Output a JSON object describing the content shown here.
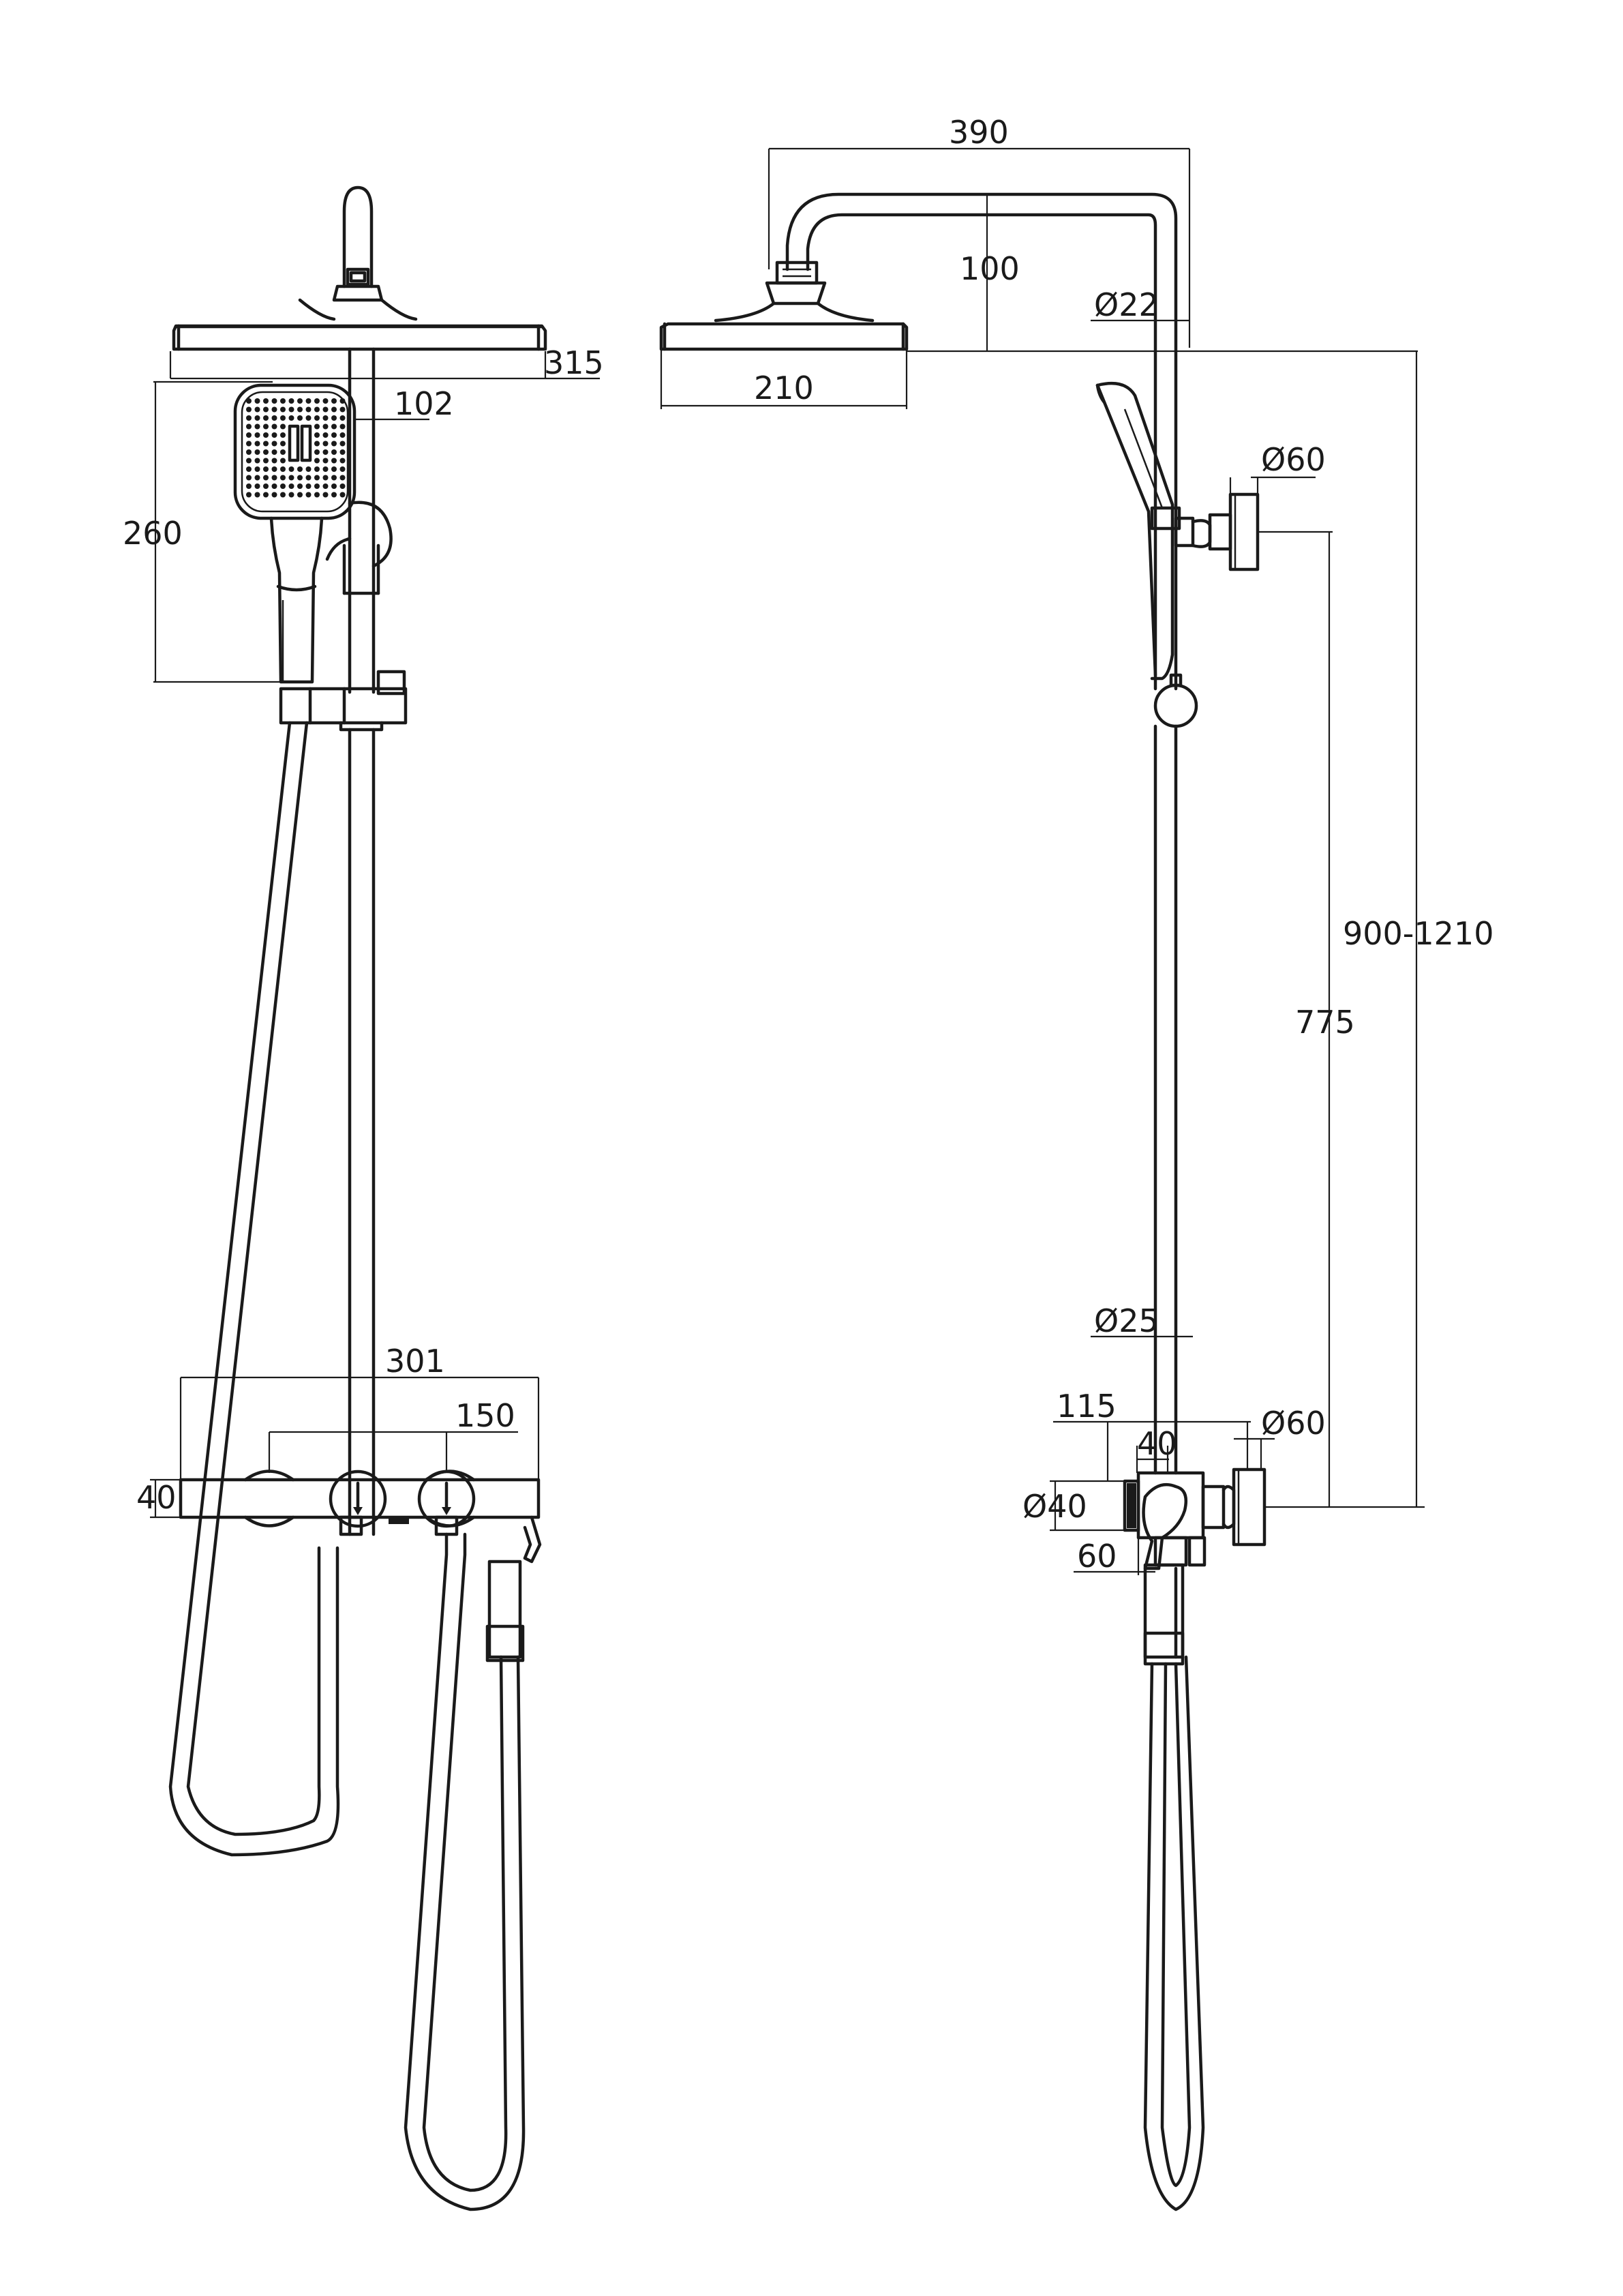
{
  "dimensions": {
    "front": {
      "head_diameter": "315",
      "hand_width": "102",
      "hand_height": "260",
      "mixer_width": "301",
      "valve_spacing": "150",
      "mixer_height": "40"
    },
    "side": {
      "arm_reach": "390",
      "arm_height": "100",
      "upper_pipe": "Ø22",
      "head_depth": "210",
      "bracket_upper": "Ø60",
      "height_range": "900-1210",
      "bracket_spacing": "775",
      "lower_pipe": "Ø25",
      "mixer_depth": "115",
      "mixer_body": "40",
      "bracket_lower": "Ø60",
      "knob_diameter": "Ø40",
      "knob_offset": "60"
    }
  }
}
